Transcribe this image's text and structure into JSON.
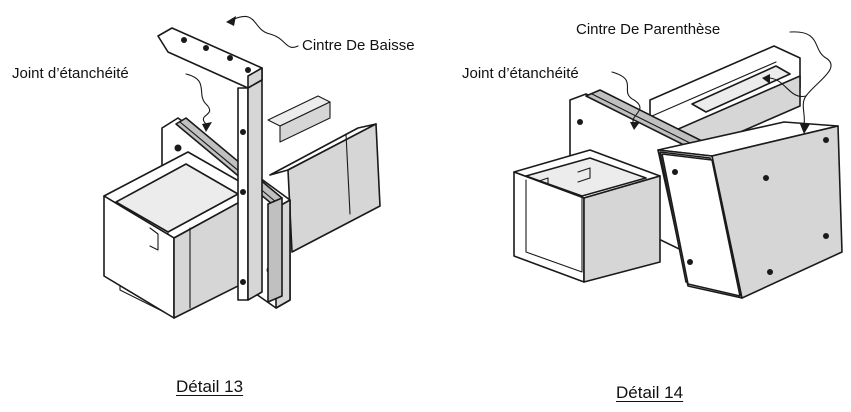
{
  "detail13": {
    "caption": "Détail 13",
    "callouts": {
      "bracket": "Cintre De Baisse",
      "gasket": "Joint d’étanchéité"
    }
  },
  "detail14": {
    "caption": "Détail 14",
    "callouts": {
      "bracket": "Cintre De Parenthèse",
      "gasket": "Joint d’étanchéité"
    }
  }
}
